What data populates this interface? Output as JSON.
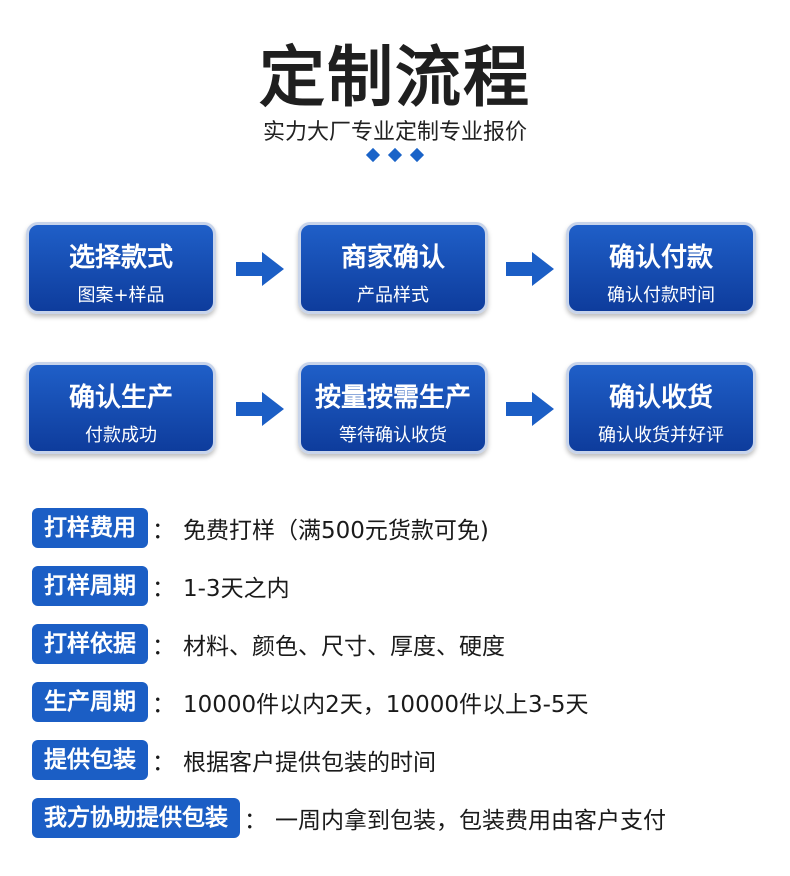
{
  "header": {
    "title": "定制流程",
    "subtitle": "实力大厂专业定制专业报价"
  },
  "accent_color": "#1b5ec5",
  "steps": [
    {
      "title": "选择款式",
      "sub": "图案+样品"
    },
    {
      "title": "商家确认",
      "sub": "产品样式"
    },
    {
      "title": "确认付款",
      "sub": "确认付款时间"
    },
    {
      "title": "确认生产",
      "sub": "付款成功"
    },
    {
      "title": "按量按需生产",
      "sub": "等待确认收货"
    },
    {
      "title": "确认收货",
      "sub": "确认收货并好评"
    }
  ],
  "colon": "：",
  "info": [
    {
      "label": "打样费用",
      "text": "免费打样（满500元货款可免)"
    },
    {
      "label": "打样周期",
      "text": "1-3天之内"
    },
    {
      "label": "打样依据",
      "text": "材料、颜色、尺寸、厚度、硬度"
    },
    {
      "label": "生产周期",
      "text": "10000件以内2天，10000件以上3-5天"
    },
    {
      "label": "提供包装",
      "text": "根据客户提供包装的时间"
    },
    {
      "label": "我方协助提供包装",
      "text": "一周内拿到包装，包装费用由客户支付"
    }
  ]
}
